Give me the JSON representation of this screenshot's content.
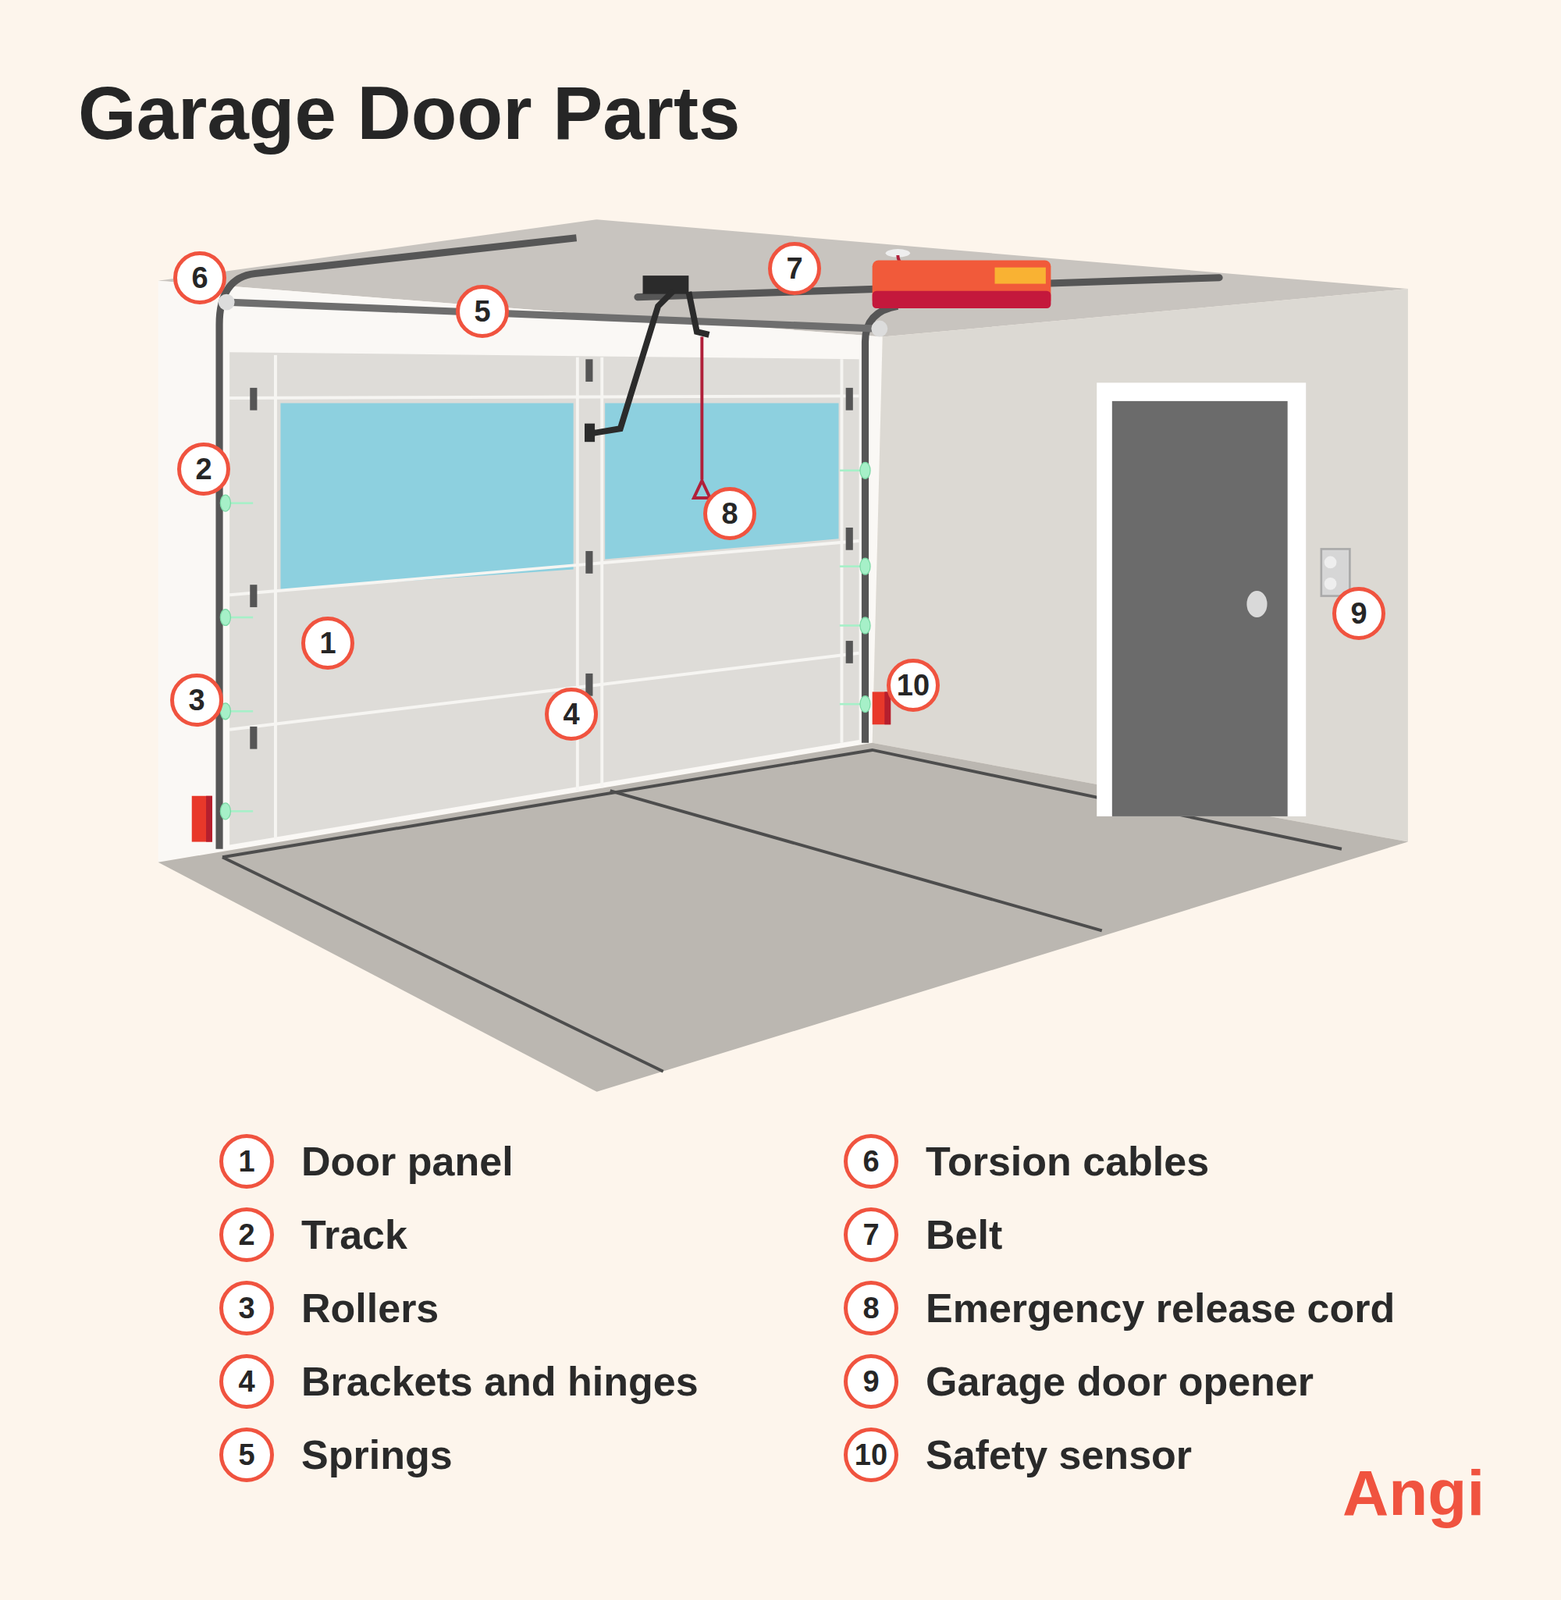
{
  "diagram": {
    "title": "Garage Door Parts",
    "nodes": [
      {
        "text": [
          "6"
        ]
      },
      {
        "text": [
          "7"
        ]
      },
      {
        "text": [
          "5"
        ]
      },
      {
        "text": [
          "2"
        ]
      },
      {
        "text": [
          "8"
        ]
      },
      {
        "text": [
          "9"
        ]
      },
      {
        "text": [
          "1"
        ]
      },
      {
        "text": [
          "10"
        ]
      },
      {
        "text": [
          "3"
        ]
      },
      {
        "text": [
          "4"
        ]
      },
      {
        "text": [
          "1",
          "Door panel"
        ]
      },
      {
        "text": [
          "2",
          "Track"
        ]
      },
      {
        "text": [
          "3",
          "Rollers"
        ]
      },
      {
        "text": [
          "4",
          "Brackets and hinges"
        ]
      },
      {
        "text": [
          "5",
          "Springs"
        ]
      },
      {
        "text": [
          "6",
          "Torsion cables"
        ]
      },
      {
        "text": [
          "7",
          "Belt"
        ]
      },
      {
        "text": [
          "8",
          "Emergency release cord"
        ]
      },
      {
        "text": [
          "9",
          "Garage door opener"
        ]
      },
      {
        "text": [
          "10",
          "Safety sensor"
        ]
      }
    ],
    "labels": [
      "Angi"
    ]
  }
}
